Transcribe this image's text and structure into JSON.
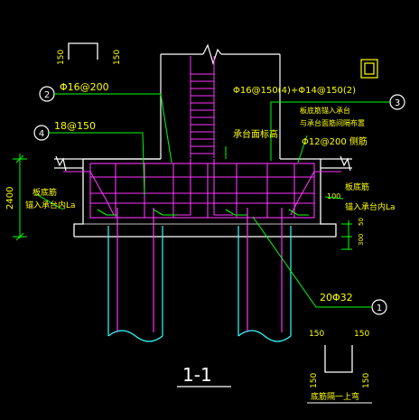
{
  "drawing": {
    "section_title": "1-1",
    "callouts": {
      "c1": "1",
      "c2": "2",
      "c3": "3",
      "c4": "4"
    },
    "rebar_labels": {
      "top_left_bar": "Φ16@200",
      "side_bar": "18@150",
      "top_mat": "Φ16@150(4)+Φ14@150(2)",
      "pile_bars": "20Φ32",
      "side_face": "Φ12@200 侧筋"
    },
    "notes": {
      "cap_top_elev": "承台面标高",
      "pile_cap_note_line1": "板底筋锚入承台",
      "pile_cap_note_line2": "与承台面筋间隔布置",
      "left_slab_line1": "板底筋",
      "left_slab_line2": "锚入承台内La",
      "right_slab_line1": "板底筋",
      "right_slab_line2": "锚入承台内La",
      "bottom_mesh_detail": "底筋隔一上弯"
    },
    "dims": {
      "height_2400": "2400",
      "dim_150_a": "150",
      "dim_150_b": "150",
      "dim_150_c": "150",
      "dim_150_d": "150",
      "dim_150_e": "150",
      "dim_150_f": "150",
      "dim_100": "100",
      "dim_300": "300",
      "dim_50": "50"
    },
    "colors": {
      "background": "#000000",
      "concrete": "#ffffff",
      "rebar": "#ff33ff",
      "leader": "#00ff00",
      "dimension": "#ffff00",
      "pile": "#33ffff",
      "text": "#ffff00"
    }
  }
}
